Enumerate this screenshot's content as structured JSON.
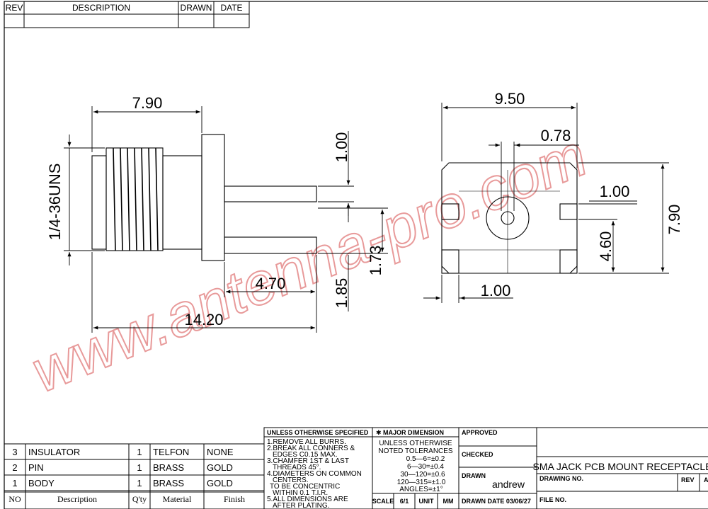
{
  "revision_block": {
    "headers": [
      "REV",
      "DESCRIPTION",
      "DRAWN",
      "DATE"
    ]
  },
  "dimensions": {
    "thread_spec": "1/4-36UNS",
    "side_view": [
      "7.90",
      "1.00",
      "1.73",
      "1.85",
      "4.70",
      "14.20"
    ],
    "front_view": [
      "9.50",
      "0.78",
      "1.00",
      "7.90",
      "4.60",
      "1.00"
    ]
  },
  "watermark": "www.antenna-pro.com",
  "bill_of_materials": {
    "rows": [
      {
        "no": "3",
        "description": "INSULATOR",
        "qty": "1",
        "material": "TELFON",
        "finish": "NONE"
      },
      {
        "no": "2",
        "description": "PIN",
        "qty": "1",
        "material": "BRASS",
        "finish": "GOLD"
      },
      {
        "no": "1",
        "description": "BODY",
        "qty": "1",
        "material": "BRASS",
        "finish": "GOLD"
      }
    ],
    "headers": {
      "no": "NO",
      "description": "Description",
      "qty": "Q'ty",
      "material": "Material",
      "finish": "Finish"
    }
  },
  "notes": {
    "header": "UNLESS OTHERWISE SPECIFIED",
    "lines": [
      "1.REMOVE ALL BURRS.",
      "2.BREAK ALL CONNERS &",
      "  EDGES C0.15 MAX.",
      "3.CHAMFER 1ST & LAST",
      "  THREADS 45°.",
      "4.DIAMETERS ON COMMON",
      "  CENTERS.",
      "  TO BE CONCENTRIC",
      "  WITHIN 0.1 T.I.R.",
      "5.ALL DIMENSIONS ARE",
      "  AFTER PLATING."
    ]
  },
  "tolerances": {
    "header": "✱ MAJOR DIMENSION",
    "lines": [
      "UNLESS OTHERWISE",
      "NOTED TOLERANCES",
      "0.5—6=±0.2",
      "6—30=±0.4",
      "30—120=±0.6",
      "120—315=±1.0",
      "ANGLES=±1°"
    ],
    "scale_label": "SCALE",
    "scale_value": "6/1",
    "unit_label": "UNIT",
    "unit_value": "MM"
  },
  "approval": {
    "approved_label": "APPROVED",
    "checked_label": "CHECKED",
    "drawn_label": "DRAWN",
    "drawn_by": "andrew",
    "drawn_date": "DRAWN DATE 03/06/27"
  },
  "title_block": {
    "title": "SMA JACK PCB MOUNT RECEPTACLE",
    "drawing_no_label": "DRAWING NO.",
    "rev_label": "REV",
    "rev_value": "A",
    "file_no_label": "FILE NO."
  }
}
